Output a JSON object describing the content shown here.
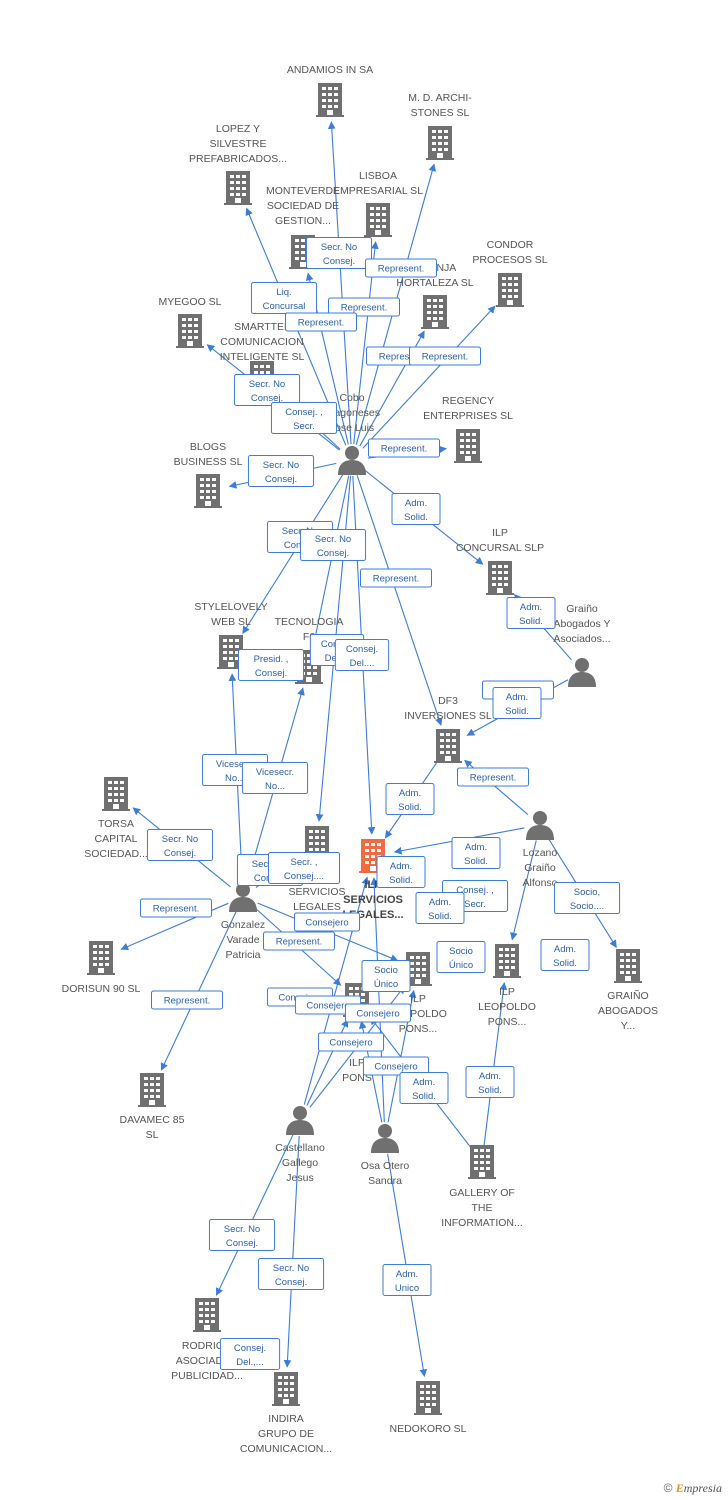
{
  "colors": {
    "edge": "#3b7dd8",
    "company": "#707070",
    "person": "#707070",
    "focus": "#f26a3e"
  },
  "footer": {
    "copyright": "©",
    "brand_e": "E",
    "brand_rest": "mpresia"
  },
  "nodes": [
    {
      "id": "andamios",
      "type": "company",
      "lines": [
        "ANDAMIOS IN SA"
      ]
    },
    {
      "id": "md",
      "type": "company",
      "lines": [
        "M. D. ARCHI-",
        "STONES SL"
      ]
    },
    {
      "id": "lopez",
      "type": "company",
      "lines": [
        "LOPEZ Y",
        "SILVESTRE",
        "PREFABRICADOS..."
      ]
    },
    {
      "id": "lisboa",
      "type": "company",
      "lines": [
        "LISBOA",
        "EMPRESARIAL SL"
      ]
    },
    {
      "id": "monteverde",
      "type": "company",
      "lines": [
        "MONTEVERDE",
        "SOCIEDAD DE",
        "GESTION..."
      ]
    },
    {
      "id": "condor",
      "type": "company",
      "lines": [
        "CONDOR",
        "PROCESOS SL"
      ]
    },
    {
      "id": "granja",
      "type": "company",
      "lines": [
        "GRANJA",
        "HORTALEZA  SL"
      ]
    },
    {
      "id": "myegoo",
      "type": "company",
      "lines": [
        "MYEGOO SL"
      ]
    },
    {
      "id": "smarttel",
      "type": "company",
      "lines": [
        "SMARTTEL",
        "COMUNICACION",
        "INTELIGENTE SL"
      ]
    },
    {
      "id": "regency",
      "type": "company",
      "lines": [
        "REGENCY",
        "ENTERPRISES SL"
      ]
    },
    {
      "id": "blogs",
      "type": "company",
      "lines": [
        "BLOGS",
        "BUSINESS SL"
      ]
    },
    {
      "id": "cobo",
      "type": "person",
      "lines": [
        "Cobo",
        "Aragoneses",
        "Jose Luis"
      ]
    },
    {
      "id": "ilpconcursal",
      "type": "company",
      "lines": [
        "ILP",
        "CONCURSAL SLP"
      ]
    },
    {
      "id": "stylelovely",
      "type": "company",
      "lines": [
        "STYLELOVELY",
        "WEB SL"
      ]
    },
    {
      "id": "tecnologia",
      "type": "company",
      "lines": [
        "TECNOLOGIA",
        "F6"
      ]
    },
    {
      "id": "graino",
      "type": "person",
      "lines": [
        "Graiño",
        "Abogados Y",
        "Asociados..."
      ]
    },
    {
      "id": "df3",
      "type": "company",
      "lines": [
        "DF3",
        "INVERSIONES SL"
      ]
    },
    {
      "id": "torsa",
      "type": "company",
      "lines": [
        "TORSA",
        "CAPITAL",
        "SOCIEDAD..."
      ]
    },
    {
      "id": "lozano",
      "type": "person",
      "lines": [
        "Lozano",
        "Graiño",
        "Alfonso"
      ]
    },
    {
      "id": "ilpmain",
      "type": "focus",
      "lines": [
        "ILP",
        "SERVICIOS",
        "LEGALES..."
      ]
    },
    {
      "id": "servicios",
      "type": "company",
      "lines": [
        "SERVICIOS",
        "LEGALES"
      ]
    },
    {
      "id": "gonzalez",
      "type": "person",
      "lines": [
        "Gonzalez",
        "Varade",
        "Patricia"
      ]
    },
    {
      "id": "dorisun",
      "type": "company",
      "lines": [
        "DORISUN 90  SL"
      ]
    },
    {
      "id": "ilpleo1",
      "type": "company",
      "lines": [
        "ILP",
        "LEOPOLDO",
        "PONS..."
      ]
    },
    {
      "id": "ilpleo2",
      "type": "company",
      "lines": [
        "ILP",
        "LEOPOLDO",
        "PONS..."
      ]
    },
    {
      "id": "ilpsmall",
      "type": "company",
      "lines": [
        "ILP",
        "PONS"
      ]
    },
    {
      "id": "grainoab",
      "type": "company",
      "lines": [
        "GRAIÑO",
        "ABOGADOS",
        "Y..."
      ]
    },
    {
      "id": "davamec",
      "type": "company",
      "lines": [
        "DAVAMEC 85",
        "SL"
      ]
    },
    {
      "id": "castellano",
      "type": "person",
      "lines": [
        "Castellano",
        "Gallego",
        "Jesus"
      ]
    },
    {
      "id": "osa",
      "type": "person",
      "lines": [
        "Osa Otero",
        "Sandra"
      ]
    },
    {
      "id": "gallery",
      "type": "company",
      "lines": [
        "GALLERY OF",
        "THE",
        "INFORMATION..."
      ]
    },
    {
      "id": "rodrigo",
      "type": "company",
      "lines": [
        "RODRIGO",
        "ASOCIADOS",
        "PUBLICIDAD..."
      ]
    },
    {
      "id": "indira",
      "type": "company",
      "lines": [
        "INDIRA",
        "GRUPO DE",
        "COMUNICACION..."
      ]
    },
    {
      "id": "nedokoro",
      "type": "company",
      "lines": [
        "NEDOKORO SL"
      ]
    }
  ],
  "relations": [
    {
      "lines": [
        "Secr.  No",
        "Consej."
      ]
    },
    {
      "lines": [
        "Represent."
      ]
    },
    {
      "lines": [
        "Liq.",
        "Concursal"
      ]
    },
    {
      "lines": [
        "Represent."
      ]
    },
    {
      "lines": [
        "Represent."
      ]
    },
    {
      "lines": [
        "Represent."
      ]
    },
    {
      "lines": [
        "Represent."
      ]
    },
    {
      "lines": [
        "Secr.  No",
        "Consej."
      ]
    },
    {
      "lines": [
        "Consej. ,",
        "Secr."
      ]
    },
    {
      "lines": [
        "Represent."
      ]
    },
    {
      "lines": [
        "Secr.  No",
        "Consej."
      ]
    },
    {
      "lines": [
        "Adm.",
        "Solid."
      ]
    },
    {
      "lines": [
        "Secr.  No",
        "Consej."
      ]
    },
    {
      "lines": [
        "Secr.  No",
        "Consej."
      ]
    },
    {
      "lines": [
        "Represent."
      ]
    },
    {
      "lines": [
        "Adm.",
        "Solid."
      ]
    },
    {
      "lines": [
        "Consej.",
        "Del...."
      ]
    },
    {
      "lines": [
        "Consej.",
        "Del...."
      ]
    },
    {
      "lines": [
        "Presid. ,",
        "Consej."
      ]
    },
    {
      "lines": [
        "Represent."
      ]
    },
    {
      "lines": [
        "Adm.",
        "Solid."
      ]
    },
    {
      "lines": [
        "Vicesecr.",
        "No..."
      ]
    },
    {
      "lines": [
        "Vicesecr.",
        "No..."
      ]
    },
    {
      "lines": [
        "Adm.",
        "Solid."
      ]
    },
    {
      "lines": [
        "Represent."
      ]
    },
    {
      "lines": [
        "Secr.  No",
        "Consej."
      ]
    },
    {
      "lines": [
        "Secr.  No",
        "Consej."
      ]
    },
    {
      "lines": [
        "Secr. ,",
        "Consej...."
      ]
    },
    {
      "lines": [
        "Adm.",
        "Solid."
      ]
    },
    {
      "lines": [
        "Adm.",
        "Solid."
      ]
    },
    {
      "lines": [
        "Consej. ,",
        "Secr."
      ]
    },
    {
      "lines": [
        "Adm.",
        "Solid."
      ]
    },
    {
      "lines": [
        "Socio,",
        "Socio...."
      ]
    },
    {
      "lines": [
        "Represent."
      ]
    },
    {
      "lines": [
        "Consejero"
      ]
    },
    {
      "lines": [
        "Represent."
      ]
    },
    {
      "lines": [
        "Socio",
        "Único"
      ]
    },
    {
      "lines": [
        "Socio",
        "Único"
      ]
    },
    {
      "lines": [
        "Adm.",
        "Solid."
      ]
    },
    {
      "lines": [
        "Represent."
      ]
    },
    {
      "lines": [
        "Consejero"
      ]
    },
    {
      "lines": [
        "Consejero"
      ]
    },
    {
      "lines": [
        "Consejero"
      ]
    },
    {
      "lines": [
        "Consejero"
      ]
    },
    {
      "lines": [
        "Consejero"
      ]
    },
    {
      "lines": [
        "Adm.",
        "Solid."
      ]
    },
    {
      "lines": [
        "Adm.",
        "Solid."
      ]
    },
    {
      "lines": [
        "Secr.  No",
        "Consej."
      ]
    },
    {
      "lines": [
        "Secr.  No",
        "Consej."
      ]
    },
    {
      "lines": [
        "Consej.",
        "Del.,..."
      ]
    },
    {
      "lines": [
        "Adm.",
        "Unico"
      ]
    }
  ],
  "edges": [
    [
      "cobo",
      "andamios"
    ],
    [
      "cobo",
      "md"
    ],
    [
      "cobo",
      "lopez"
    ],
    [
      "cobo",
      "lisboa"
    ],
    [
      "cobo",
      "monteverde"
    ],
    [
      "cobo",
      "condor"
    ],
    [
      "cobo",
      "granja"
    ],
    [
      "cobo",
      "myegoo"
    ],
    [
      "cobo",
      "smarttel"
    ],
    [
      "cobo",
      "regency"
    ],
    [
      "cobo",
      "blogs"
    ],
    [
      "cobo",
      "ilpconcursal"
    ],
    [
      "cobo",
      "stylelovely"
    ],
    [
      "cobo",
      "tecnologia"
    ],
    [
      "cobo",
      "df3"
    ],
    [
      "cobo",
      "ilpmain"
    ],
    [
      "cobo",
      "servicios"
    ],
    [
      "graino",
      "ilpconcursal"
    ],
    [
      "graino",
      "df3"
    ],
    [
      "gonzalez",
      "stylelovely"
    ],
    [
      "gonzalez",
      "tecnologia"
    ],
    [
      "gonzalez",
      "torsa"
    ],
    [
      "gonzalez",
      "dorisun"
    ],
    [
      "gonzalez",
      "davamec"
    ],
    [
      "gonzalez",
      "ilpleo1"
    ],
    [
      "gonzalez",
      "ilpsmall"
    ],
    [
      "gonzalez",
      "servicios"
    ],
    [
      "lozano",
      "df3"
    ],
    [
      "lozano",
      "ilpleo2"
    ],
    [
      "lozano",
      "grainoab"
    ],
    [
      "lozano",
      "ilpmain"
    ],
    [
      "castellano",
      "ilpmain"
    ],
    [
      "castellano",
      "ilpleo1"
    ],
    [
      "castellano",
      "ilpsmall"
    ],
    [
      "castellano",
      "rodrigo"
    ],
    [
      "castellano",
      "indira"
    ],
    [
      "osa",
      "ilpmain"
    ],
    [
      "osa",
      "ilpleo1"
    ],
    [
      "osa",
      "ilpsmall"
    ],
    [
      "osa",
      "nedokoro"
    ],
    [
      "gallery",
      "ilpleo2"
    ],
    [
      "gallery",
      "ilpsmall"
    ],
    [
      "df3",
      "ilpmain"
    ]
  ]
}
